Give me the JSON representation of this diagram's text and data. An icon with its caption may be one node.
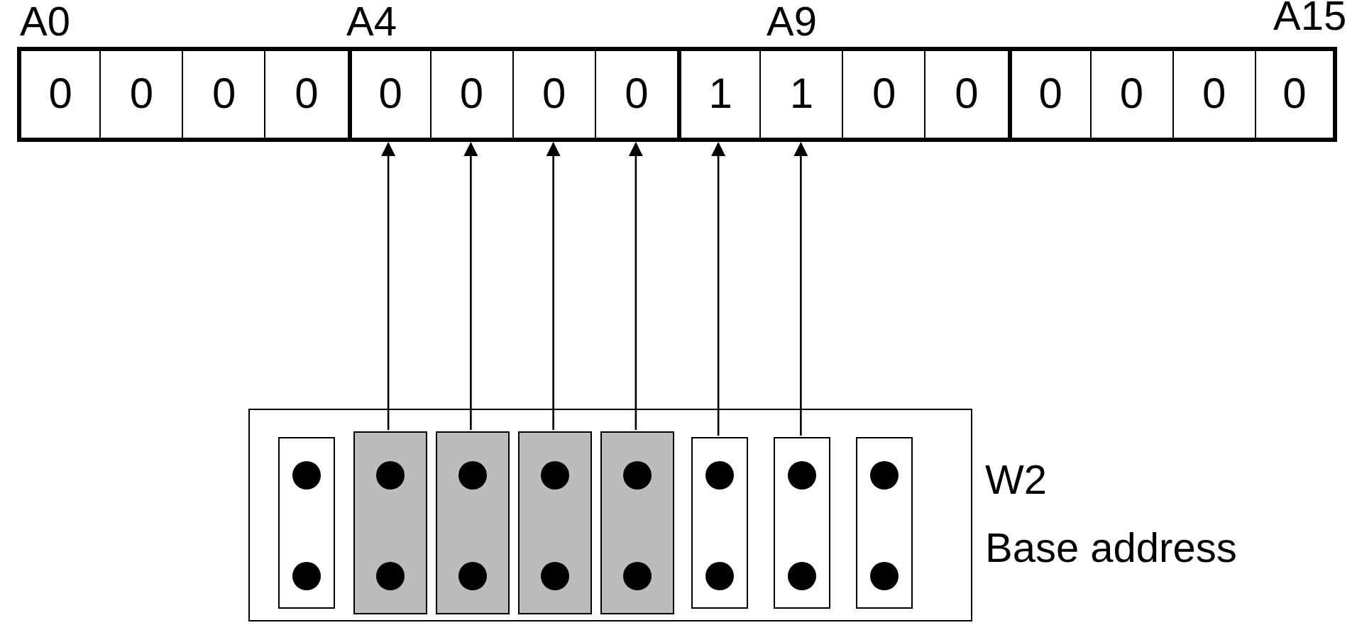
{
  "diagram": {
    "nodes": [
      {
        "text": [
          "0"
        ]
      },
      {
        "text": [
          "0"
        ]
      },
      {
        "text": [
          "0"
        ]
      },
      {
        "text": [
          "0"
        ]
      },
      {
        "text": [
          "0"
        ]
      },
      {
        "text": [
          "0"
        ]
      },
      {
        "text": [
          "0"
        ]
      },
      {
        "text": [
          "0"
        ]
      },
      {
        "text": [
          "1"
        ]
      },
      {
        "text": [
          "1"
        ]
      },
      {
        "text": [
          "0"
        ]
      },
      {
        "text": [
          "0"
        ]
      },
      {
        "text": [
          "0"
        ]
      },
      {
        "text": [
          "0"
        ]
      },
      {
        "text": [
          "0"
        ]
      },
      {
        "text": [
          "0"
        ]
      },
      {
        "text": [],
        "shape": "box"
      },
      {
        "text": [],
        "shape": "bar",
        "in": 16
      },
      {
        "text": [],
        "shape": "bar",
        "in": 16
      },
      {
        "text": [],
        "shape": "bar",
        "in": 16
      },
      {
        "text": [],
        "shape": "bar",
        "in": 16
      },
      {
        "text": [],
        "shape": "bar",
        "in": 16
      },
      {
        "text": [],
        "shape": "bar",
        "in": 16
      },
      {
        "text": [],
        "shape": "bar",
        "in": 16
      },
      {
        "text": [],
        "shape": "bar",
        "in": 16
      }
    ],
    "edges": [
      {
        "from": 18,
        "to": 4,
        "arrow": "to"
      },
      {
        "from": 19,
        "to": 5,
        "arrow": "to"
      },
      {
        "from": 20,
        "to": 6,
        "arrow": "to"
      },
      {
        "from": 21,
        "to": 7,
        "arrow": "to"
      },
      {
        "from": 22,
        "to": 8,
        "arrow": "to"
      },
      {
        "from": 23,
        "to": 9,
        "arrow": "to"
      }
    ],
    "labels": [
      "A0",
      "A4",
      "A9",
      "A15",
      "W2",
      "Base address"
    ]
  }
}
